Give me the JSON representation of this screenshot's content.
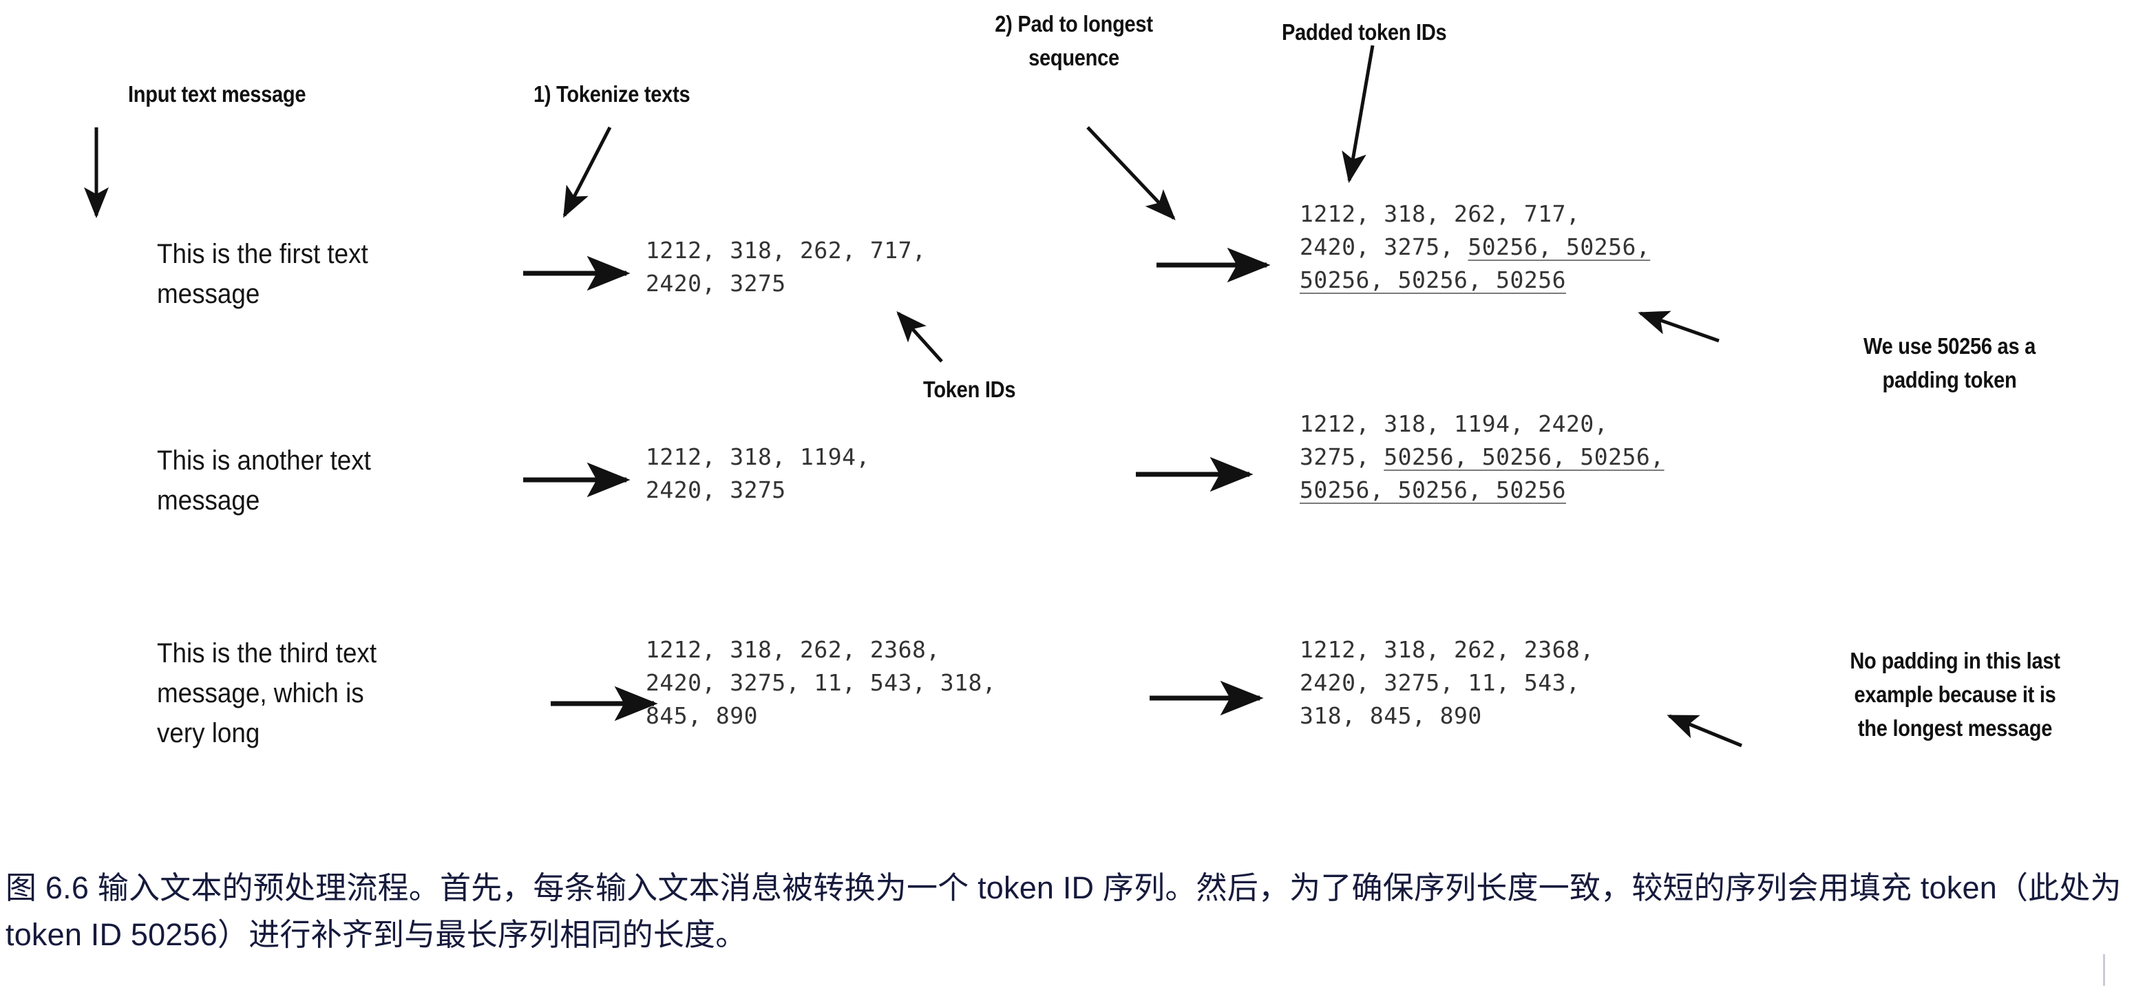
{
  "figure": {
    "annotations": {
      "input_text_message": "Input text message",
      "tokenize_texts": "1) Tokenize texts",
      "pad_to_longest": "2) Pad to longest\nsequence",
      "padded_token_ids": "Padded token IDs",
      "token_ids": "Token IDs",
      "we_use_50256": "We use 50256 as a\npadding token",
      "no_padding": "No padding in this last\nexample because it is\nthe longest message"
    },
    "rows": [
      {
        "message": "This is the first text\nmessage",
        "token_ids": "1212, 318, 262, 717,\n2420, 3275",
        "padded_prefix": "1212, 318, 262, 717,\n2420, 3275, ",
        "padded_pad_1": "50256, 50256,",
        "padded_pad_2": "50256, 50256, 50256"
      },
      {
        "message": "This is another text\nmessage",
        "token_ids": "1212, 318, 1194,\n2420, 3275",
        "padded_prefix": "1212, 318, 1194, 2420,\n3275, ",
        "padded_pad_1": "50256, 50256, 50256,",
        "padded_pad_2": "50256, 50256, 50256"
      },
      {
        "message": "This is the third text\nmessage, which is\nvery long",
        "token_ids": "1212, 318, 262, 2368,\n2420, 3275, 11, 543, 318,\n845, 890",
        "padded_prefix": "1212, 318, 262, 2368,\n2420, 3275, 11, 543,\n318, 845, 890",
        "padded_pad_1": "",
        "padded_pad_2": ""
      }
    ],
    "caption": "图 6.6 输入文本的预处理流程。首先，每条输入文本消息被转换为一个 token ID 序列。然后，为了确保序列长度一致，较短的序列会用填充 token（此处为 token ID 50256）进行补齐到与最长序列相同的长度。",
    "colors": {
      "ink": "#111111",
      "token_ink": "#333333",
      "caption_ink": "#161a3c",
      "underline": "#7a7a7a",
      "background": "#ffffff"
    }
  }
}
